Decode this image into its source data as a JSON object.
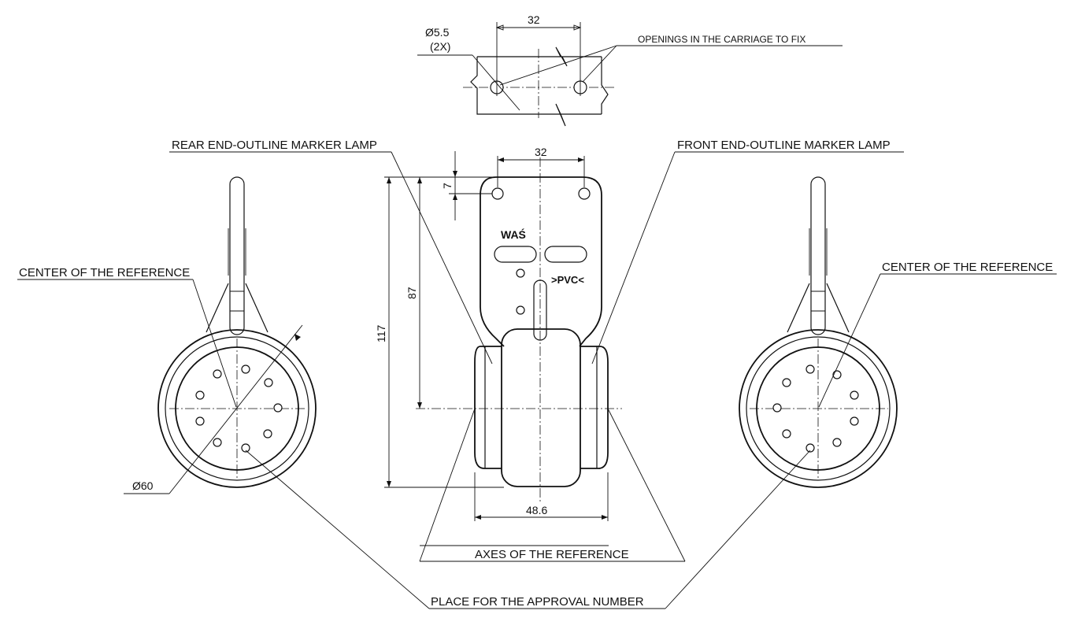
{
  "labels": {
    "rear_lamp": "REAR END-OUTLINE MARKER LAMP",
    "front_lamp": "FRONT END-OUTLINE MARKER LAMP",
    "center_left": "CENTER OF THE REFERENCE",
    "center_right": "CENTER OF THE REFERENCE",
    "axes": "AXES OF THE REFERENCE",
    "approval": "PLACE FOR THE APPROVAL NUMBER",
    "openings": "OPENINGS IN THE CARRIAGE TO FIX"
  },
  "dimensions": {
    "hole_diameter": "Ø5.5",
    "hole_count": "(2X)",
    "top_spacing": "32",
    "bracket_spacing": "32",
    "hole_offset": "7",
    "axis_height": "87",
    "total_height": "117",
    "width": "48.6",
    "lens_diameter": "Ø60"
  },
  "markings": {
    "brand": "WAŚ",
    "material": ">PVC<"
  }
}
